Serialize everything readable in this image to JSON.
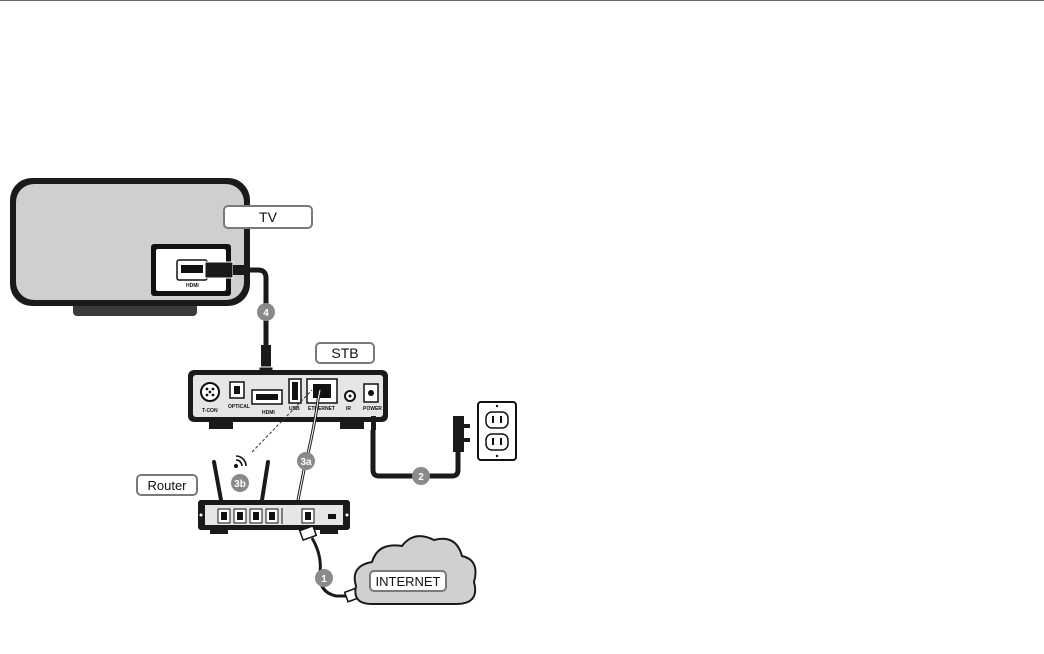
{
  "labels": {
    "tv": "TV",
    "stb": "STB",
    "router": "Router",
    "internet": "INTERNET"
  },
  "ports": {
    "tv_hdmi": "HDMI",
    "tcon": "T-CON",
    "optical": "OPTICAL",
    "hdmi": "HDMI",
    "usb": "USB",
    "ethernet": "ETHERNET",
    "ir": "IR",
    "power": "POWER"
  },
  "steps": {
    "s1": "1",
    "s2": "2",
    "s3a": "3a",
    "s3b": "3b",
    "s4": "4"
  },
  "colors": {
    "tv_body": "#cfcfcf",
    "device_body": "#e6e6e6",
    "cable": "#222222",
    "step_badge": "#8a8a8a"
  }
}
